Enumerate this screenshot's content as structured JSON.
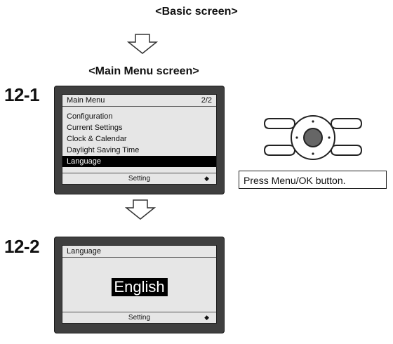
{
  "headings": {
    "basic": "<Basic screen>",
    "main_menu": "<Main Menu screen>"
  },
  "steps": {
    "step1": "12-1",
    "step2": "12-2"
  },
  "main_menu_screen": {
    "title": "Main Menu",
    "page": "2/2",
    "items": [
      {
        "label": "Configuration",
        "selected": false
      },
      {
        "label": "Current Settings",
        "selected": false
      },
      {
        "label": "Clock & Calendar",
        "selected": false
      },
      {
        "label": "Daylight Saving Time",
        "selected": false
      },
      {
        "label": "Language",
        "selected": true
      }
    ],
    "footer": "Setting",
    "footer_icon": "up-down-arrows-icon"
  },
  "language_screen": {
    "title": "Language",
    "value": "English",
    "footer": "Setting",
    "footer_icon": "up-down-arrows-icon"
  },
  "instruction": "Press Menu/OK button.",
  "colors": {
    "device_body": "#3f3f3f",
    "screen_bg": "#e6e6e6",
    "highlight": "#000000"
  }
}
